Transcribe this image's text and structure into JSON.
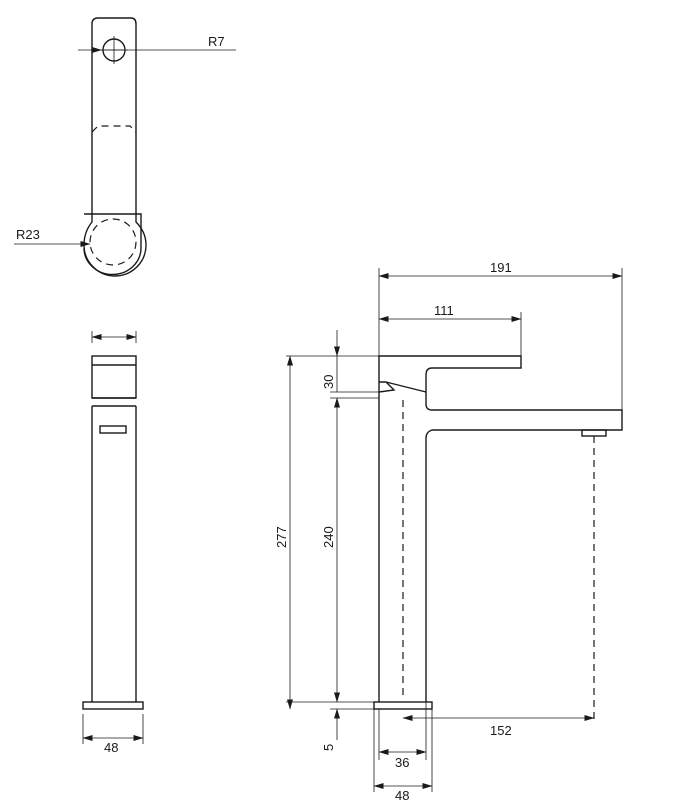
{
  "labels": {
    "radius_small": "R7",
    "radius_large": "R23",
    "total_height": "277",
    "body_height": "240",
    "lever_height": "30",
    "base_height": "5",
    "total_depth": "191",
    "lever_length": "111",
    "outlet_reach": "152",
    "body_width": "36",
    "base_width_side": "48",
    "base_width_front": "48"
  }
}
